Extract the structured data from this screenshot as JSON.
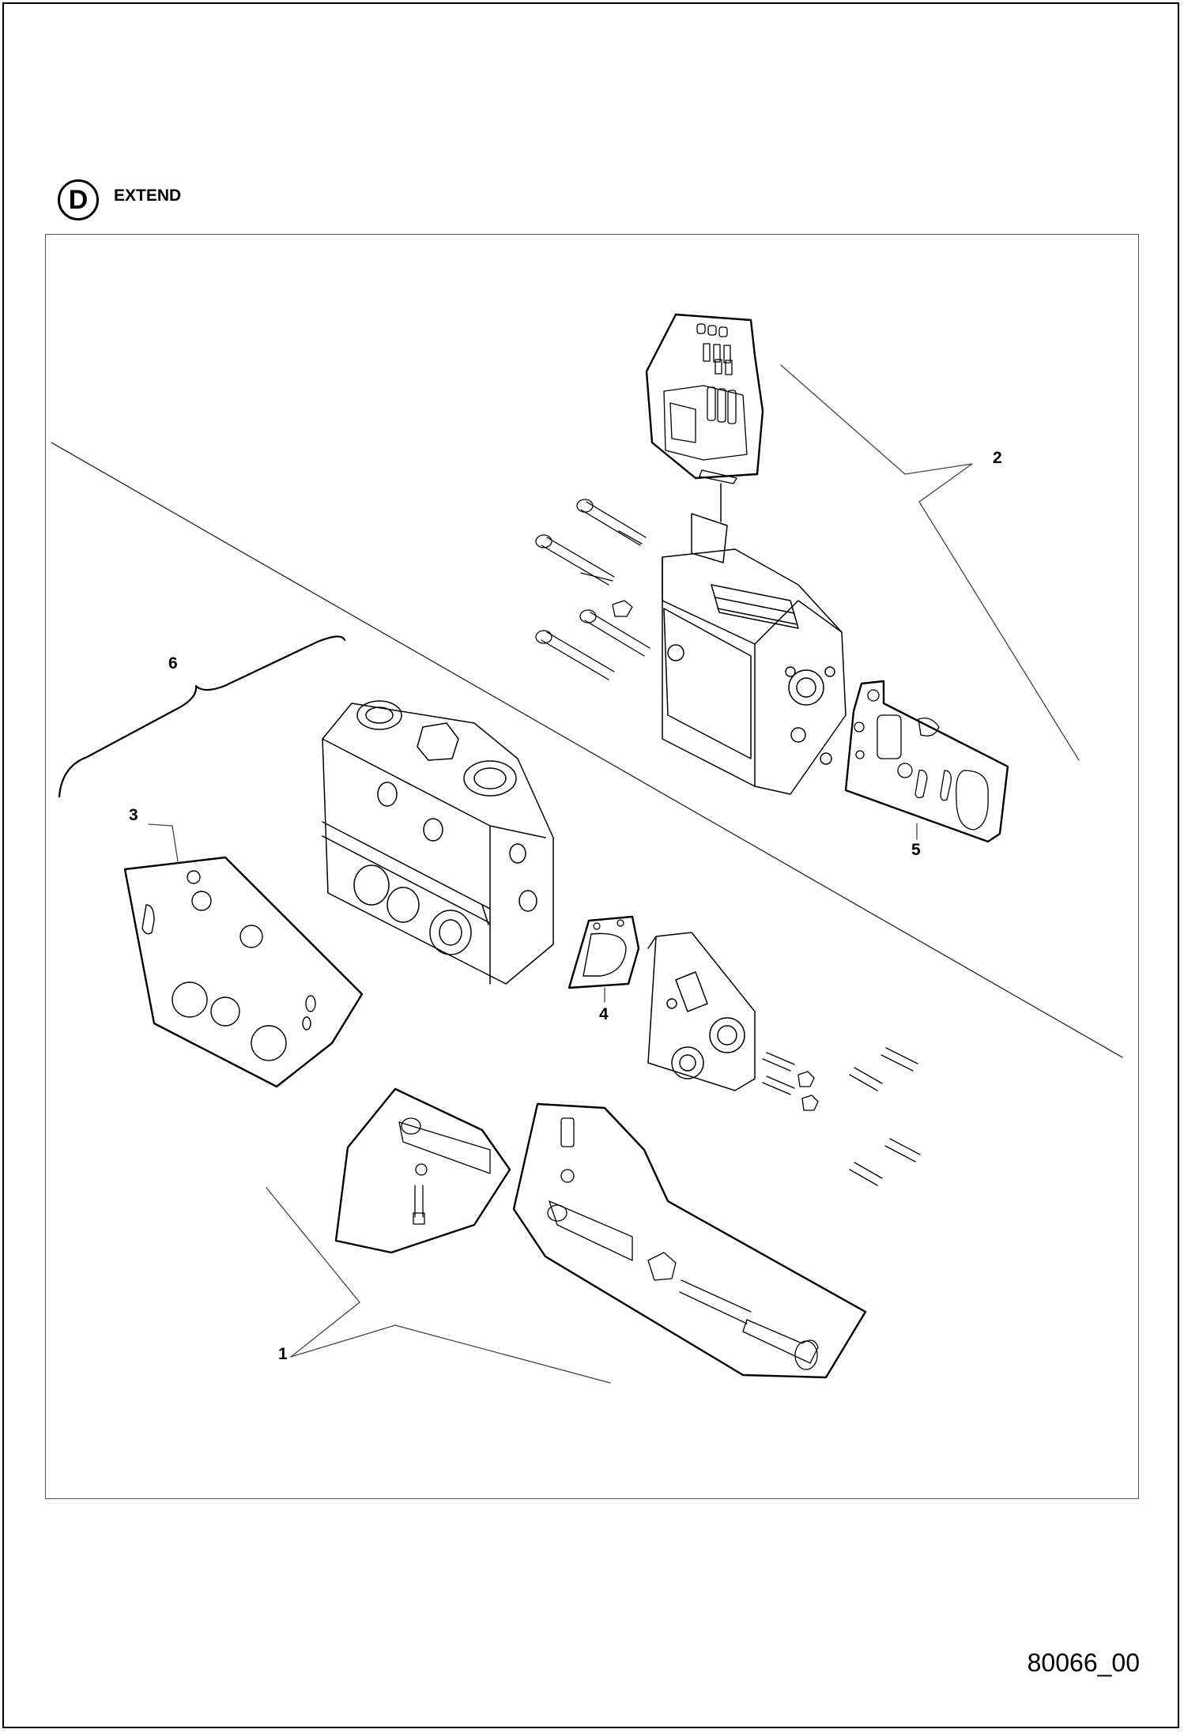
{
  "section": {
    "badge": "D",
    "title": "EXTEND"
  },
  "callouts": {
    "c1": "1",
    "c2": "2",
    "c3": "3",
    "c4": "4",
    "c5": "5",
    "c6": "6"
  },
  "footer": {
    "reference": "80066_00"
  }
}
